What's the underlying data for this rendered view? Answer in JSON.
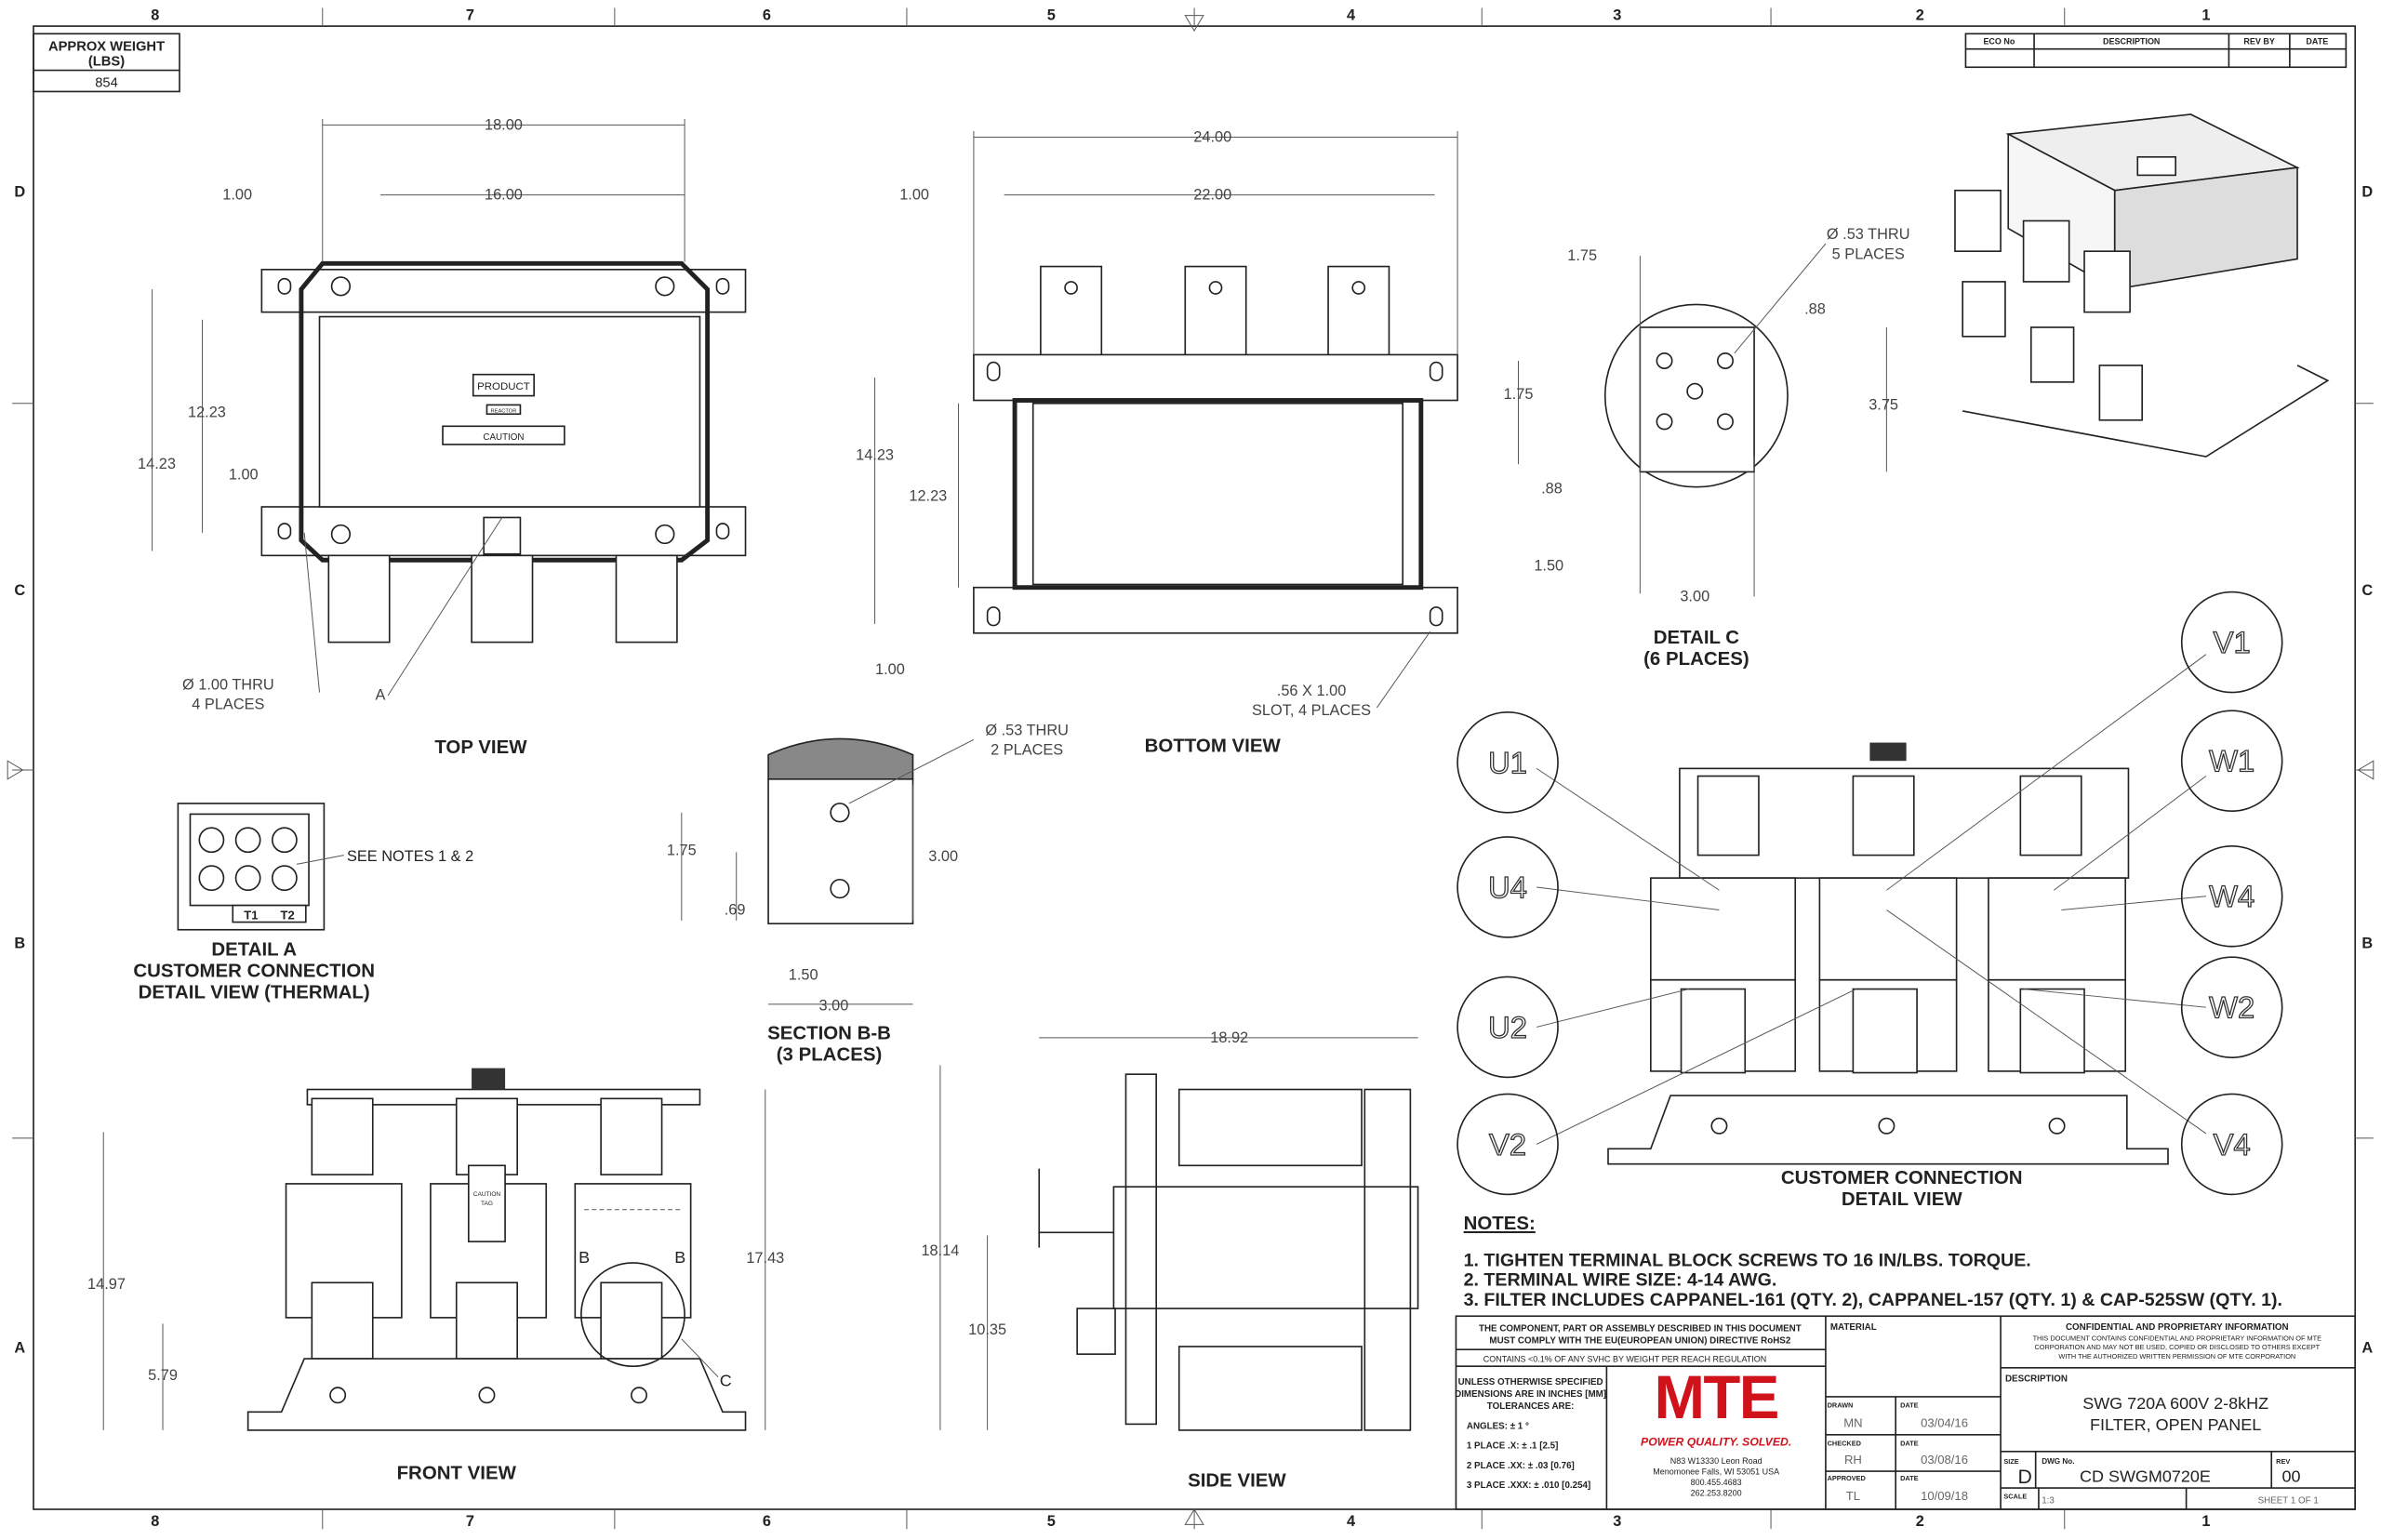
{
  "weight": {
    "label": "APPROX WEIGHT",
    "unit": "(LBS)",
    "value": "854"
  },
  "revision_table": {
    "headers": [
      "ECO No",
      "DESCRIPTION",
      "REV BY",
      "DATE"
    ]
  },
  "zones": {
    "cols": [
      "8",
      "7",
      "6",
      "5",
      "4",
      "3",
      "2",
      "1"
    ],
    "rows": [
      "D",
      "C",
      "B",
      "A"
    ]
  },
  "views": {
    "top": "TOP VIEW",
    "bottom": "BOTTOM VIEW",
    "front": "FRONT VIEW",
    "side": "SIDE VIEW",
    "detail_c": [
      "DETAIL C",
      "(6 PLACES)"
    ],
    "section_bb": [
      "SECTION B-B",
      "(3 PLACES)"
    ],
    "detail_a": [
      "DETAIL A",
      "CUSTOMER CONNECTION",
      "DETAIL VIEW (THERMAL)"
    ],
    "customer": [
      "CUSTOMER CONNECTION",
      "DETAIL VIEW"
    ]
  },
  "top_dims": [
    "18.00",
    "16.00",
    "1.00",
    "12.23",
    "14.23",
    "1.00",
    "Ø 1.00 THRU",
    "4 PLACES",
    "A"
  ],
  "top_labels": [
    "PRODUCT",
    "REACTOR",
    "CAUTION"
  ],
  "bottom_dims": [
    "24.00",
    "22.00",
    "1.00",
    "14.23",
    "12.23",
    "1.00",
    ".56 X 1.00",
    "SLOT, 4 PLACES"
  ],
  "detail_c_dims": [
    "1.75",
    "Ø .53 THRU",
    "5 PLACES",
    ".88",
    "1.75",
    "3.75",
    ".88",
    "1.50",
    "3.00"
  ],
  "section_dims": [
    "Ø .53 THRU",
    "2 PLACES",
    "1.75",
    "3.00",
    ".69",
    "1.50",
    "3.00"
  ],
  "detail_a": {
    "note": "SEE NOTES 1 & 2",
    "t1": "T1",
    "t2": "T2"
  },
  "front_dims": [
    "14.97",
    "5.79",
    "17.43",
    "B",
    "B",
    "C"
  ],
  "front_tag": [
    "CAUTION",
    "TAG"
  ],
  "side_dims": [
    "18.92",
    "18.14",
    "10.35"
  ],
  "terminals": [
    "U1",
    "U4",
    "U2",
    "V2",
    "V1",
    "W1",
    "W4",
    "W2",
    "V4"
  ],
  "notes": {
    "title": "NOTES:",
    "items": [
      "1.  TIGHTEN TERMINAL BLOCK SCREWS TO 16 IN/LBS. TORQUE.",
      "2.  TERMINAL WIRE SIZE: 4-14 AWG.",
      "3.  FILTER INCLUDES CAPPANEL-161 (QTY. 2), CAPPANEL-157 (QTY. 1) & CAP-525SW (QTY. 1)."
    ]
  },
  "title_block": {
    "rohs": [
      "THE COMPONENT, PART OR ASSEMBLY DESCRIBED IN THIS DOCUMENT",
      "MUST COMPLY WITH THE EU(EUROPEAN UNION) DIRECTIVE RoHS2"
    ],
    "reach": "CONTAINS <0.1% OF ANY SVHC BY WEIGHT PER REACH REGULATION",
    "tolerances": [
      "UNLESS OTHERWISE SPECIFIED",
      "DIMENSIONS ARE IN INCHES [MM]",
      "TOLERANCES ARE:",
      "ANGLES: ± 1 °",
      "1 PLACE .X: ± .1 [2.5]",
      "2 PLACE .XX: ± .03 [0.76]",
      "3 PLACE .XXX: ± .010 [0.254]"
    ],
    "logo": "MTE",
    "tagline": "POWER QUALITY. SOLVED.",
    "address": [
      "N83 W13330 Leon Road",
      "Menomonee Falls, WI 53051 USA",
      "800.455.4683",
      "262.253.8200"
    ],
    "material_label": "MATERIAL",
    "drawn_label": "DRAWN",
    "drawn": "MN",
    "drawn_date": "03/04/16",
    "checked_label": "CHECKED",
    "checked": "RH",
    "checked_date": "03/08/16",
    "approved_label": "APPROVED",
    "approved": "TL",
    "approved_date": "10/09/18",
    "date_label": "DATE",
    "confidential_title": "CONFIDENTIAL AND PROPRIETARY INFORMATION",
    "confidential": [
      "THIS DOCUMENT CONTAINS CONFIDENTIAL AND PROPRIETARY INFORMATION OF MTE",
      "CORPORATION AND MAY NOT BE USED, COPIED OR DISCLOSED TO OTHERS EXCEPT",
      "WITH THE AUTHORIZED WRITTEN PERMISSION OF MTE CORPORATION"
    ],
    "description_label": "DESCRIPTION",
    "description": [
      "SWG 720A 600V 2-8kHZ",
      "FILTER, OPEN PANEL"
    ],
    "size_label": "SIZE",
    "size": "D",
    "dwg_label": "DWG No.",
    "dwg": "CD SWGM0720E",
    "rev_label": "REV",
    "rev": "00",
    "scale_label": "SCALE",
    "scale": "1:3",
    "sheet": "SHEET 1  OF 1"
  },
  "colors": {
    "brand": "#d0121b"
  }
}
